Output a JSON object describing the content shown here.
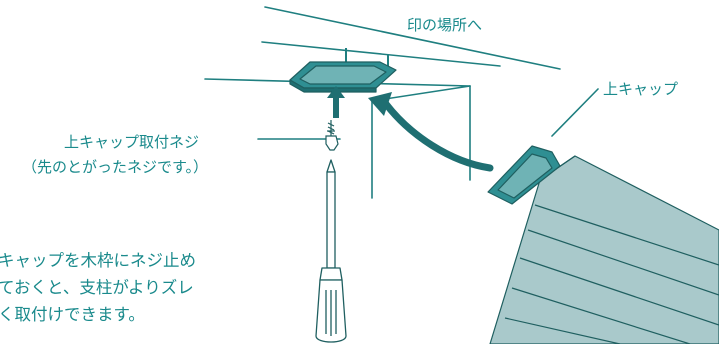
{
  "labels": {
    "destination": "印の場所へ",
    "upper_cap": "上キャップ",
    "cap_screw": "上キャップ取付ネジ",
    "cap_screw_note": "（先のとがったネジです。）"
  },
  "note_lines": [
    "キャップを木枠にネジ止め",
    "ておくと、支柱がよりズレ",
    "く取付けできます。"
  ],
  "colors": {
    "accent": "#1a8a8c",
    "line": "#1f7f80",
    "cap_fill": "#2f8f93",
    "post_fill": "#a9c9cb"
  },
  "icons": [
    "cap-part-icon",
    "screw-icon",
    "screwdriver-icon",
    "up-arrow-icon",
    "curved-arrow-icon",
    "post-icon"
  ]
}
